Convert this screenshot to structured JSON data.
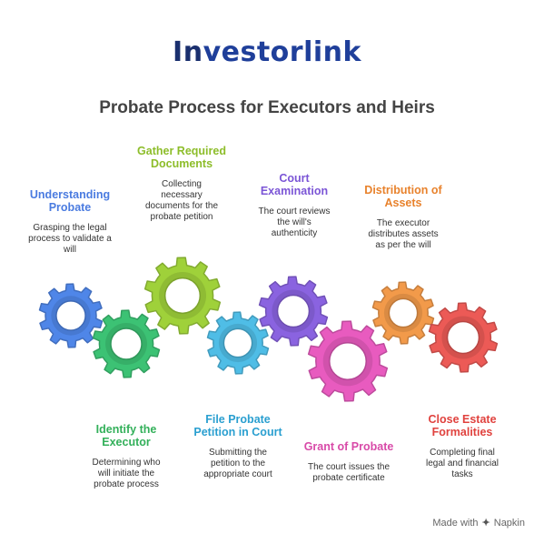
{
  "logo": {
    "part1": "In",
    "part2": "vestorlink"
  },
  "title": "Probate Process for Executors and Heirs",
  "steps": [
    {
      "head1": "Understanding",
      "head2": "Probate",
      "desc1": "Grasping the legal",
      "desc2": "process to validate a",
      "desc3": "will",
      "color": "#4a7be0"
    },
    {
      "head1": "Identify the",
      "head2": "Executor",
      "desc1": "Determining who",
      "desc2": "will initiate the",
      "desc3": "probate process",
      "color": "#33b05a"
    },
    {
      "head1": "Gather Required",
      "head2": "Documents",
      "desc1": "Collecting",
      "desc2": "necessary",
      "desc3": "documents for the",
      "desc4": "probate petition",
      "color": "#8dbd2a"
    },
    {
      "head1": "File Probate",
      "head2": "Petition in Court",
      "desc1": "Submitting the",
      "desc2": "petition to the",
      "desc3": "appropriate court",
      "color": "#2a9fd0"
    },
    {
      "head1": "Court",
      "head2": "Examination",
      "desc1": "The court reviews",
      "desc2": "the will's",
      "desc3": "authenticity",
      "color": "#7b55d6"
    },
    {
      "head1": "Grant of Probate",
      "desc1": "The court issues the",
      "desc2": "probate certificate",
      "color": "#d84aa8"
    },
    {
      "head1": "Distribution of",
      "head2": "Assets",
      "desc1": "The executor",
      "desc2": "distributes assets",
      "desc3": "as per the will",
      "color": "#e8822c"
    },
    {
      "head1": "Close Estate",
      "head2": "Formalities",
      "desc1": "Completing final",
      "desc2": "legal and financial",
      "desc3": "tasks",
      "color": "#e0423e"
    }
  ],
  "gear_colors": {
    "blue": "#4f86e8",
    "green": "#3cc274",
    "lime": "#9fd13a",
    "cyan": "#4fbde6",
    "purple": "#8a63e0",
    "pink": "#e85bbf",
    "orange": "#f29a4a",
    "red": "#ec5a56"
  },
  "footer": {
    "made_with": "Made with",
    "brand": "Napkin"
  }
}
